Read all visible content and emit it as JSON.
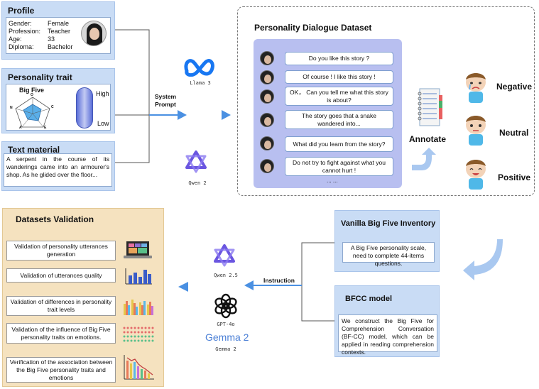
{
  "profile": {
    "title": "Profile",
    "fields": [
      {
        "key": "Gender:",
        "value": "Female"
      },
      {
        "key": "Profession:",
        "value": "Teacher"
      },
      {
        "key": "Age:",
        "value": "33"
      },
      {
        "key": "Diploma:",
        "value": "Bachelor"
      }
    ]
  },
  "trait": {
    "title": "Personality trait",
    "chart_title": "Big Five",
    "axis_labels": [
      "O",
      "C",
      "E",
      "A",
      "N"
    ],
    "high": "High",
    "low": "Low"
  },
  "text_material": {
    "title": "Text material",
    "body": "A serpent in the course of its wanderings came into an armourer's shop. As he glided over the floor..."
  },
  "system_prompt": "System\nPrompt",
  "models_top": [
    {
      "name": "Llama 3",
      "icon": "meta-logo-icon"
    },
    {
      "name": "Qwen 2",
      "icon": "qwen-logo-icon"
    }
  ],
  "dataset": {
    "title": "Personality Dialogue Dataset",
    "dialogue": [
      "Do you like this story ?",
      "Of course ! I like this story !",
      "OK， Can you tell me what this story is about?",
      "The story goes that a snake wandered into...",
      "What did you learn from the story?",
      "Do not try to fight against what you cannot hurt !"
    ],
    "ellipsis": "... ..."
  },
  "annotate": "Annotate",
  "emotions": [
    "Negative",
    "Neutral",
    "Positive"
  ],
  "vanilla": {
    "title": "Vanilla Big Five  Inventory",
    "body": "A Big Five personality scale, need to complete 44-items questions."
  },
  "bfcc": {
    "title": "BFCC model",
    "body": "We construct the Big Five for Comprehension Conversation (BF-CC) model, which can be applied in reading comprehension contexts."
  },
  "instruction": "Instruction",
  "models_bottom": [
    {
      "name": "Qwen 2.5",
      "icon": "qwen-logo-icon"
    },
    {
      "name": "GPT-4o",
      "icon": "openai-logo-icon"
    },
    {
      "name": "Gemma 2",
      "icon": "gemma-logo-icon",
      "wordmark": "Gemma 2"
    }
  ],
  "validation": {
    "title": "Datasets Validation",
    "items": [
      "Validation of personality utterances generation",
      "Validation of utterances quality",
      "Validation of differences in personality trait levels",
      "Validation of the influence of Big Five personality traits on emotions.",
      "Verification of the association between the Big Five personality traits and emotions"
    ]
  },
  "colors": {
    "panel_blue": "#c9dcf5",
    "dataset_purple": "#b8bff0",
    "validation_beige": "#f5e2bf",
    "arrow_blue": "#4a90e2"
  }
}
